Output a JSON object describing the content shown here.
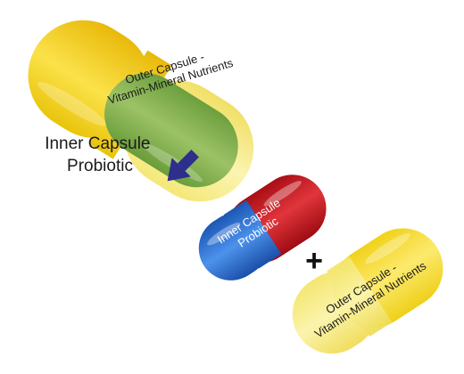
{
  "big_capsule": {
    "outer_label_line1": "Outer Capsule -",
    "outer_label_line2": "Vitamin-Mineral Nutrients",
    "inner_label_line1": "Inner Capsule",
    "inner_label_line2": "Probiotic",
    "outer_color": "#f2d21c",
    "inner_color": "#7fae4a"
  },
  "red_blue_capsule": {
    "label_line1": "Inner Capsule",
    "label_line2": "Probiotic",
    "top_color": "#c8171e",
    "bottom_color": "#2f74d6"
  },
  "plus_sign": "+",
  "small_yellow_capsule": {
    "label_line1": "Outer Capsule -",
    "label_line2": "Vitamin-Mineral Nutrients",
    "color": "#f2d21c"
  },
  "arrow": {
    "color": "#2e2e8c",
    "icon": "arrow-down-right-icon"
  }
}
